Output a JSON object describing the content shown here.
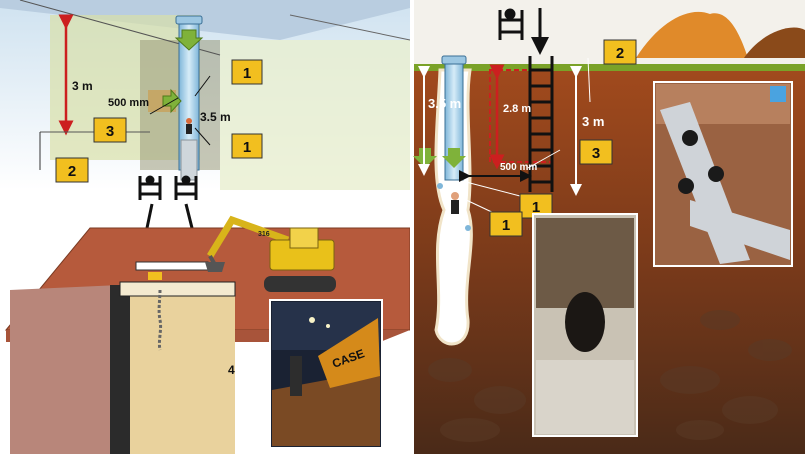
{
  "left_panel": {
    "depth_label": "3 m",
    "gap_label": "500 mm",
    "shaft_label": "3.5 m",
    "badges": [
      "1",
      "1",
      "2",
      "3"
    ],
    "excavator_model": "316",
    "photo_caption": "CASE",
    "pit_marker": "4"
  },
  "right_panel": {
    "shaft_label": "3.5 m",
    "depth_28_label": "2.8 m",
    "depth_3_label": "3 m",
    "gap_label": "500 mm",
    "badges": [
      "1",
      "1",
      "2",
      "3"
    ]
  },
  "colors": {
    "badge_fill": "#f2bf1f",
    "soil_top": "#a54a1c",
    "dimension_red": "#cc1f1f",
    "arrow_green": "#7fb23a",
    "grass": "#7aa228"
  }
}
